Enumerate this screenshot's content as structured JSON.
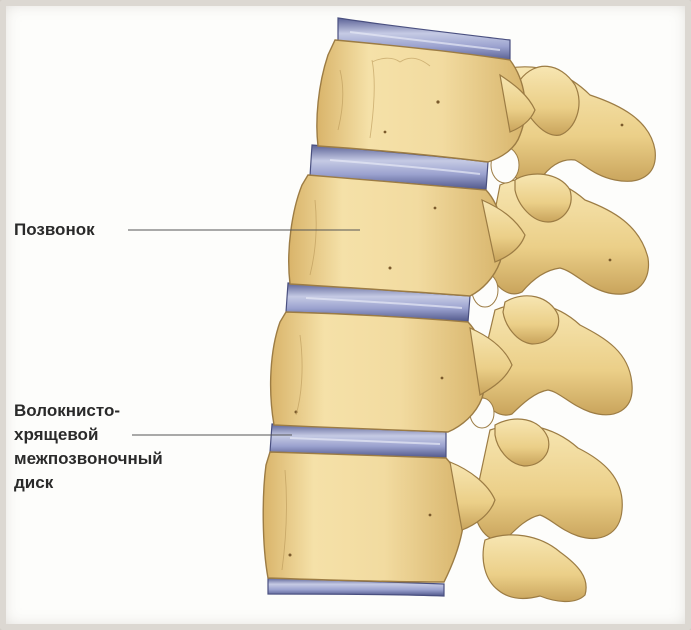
{
  "labels": {
    "vertebra": "Позвонок",
    "disc_line1": "Волокнисто-",
    "disc_line2": "хрящевой",
    "disc_line3": "межпозвоночный",
    "disc_line4": "диск"
  },
  "colors": {
    "bone_light": "#f6e4ad",
    "bone_mid": "#e9cd84",
    "bone_dark": "#c9a45c",
    "bone_outline": "#9c7c44",
    "disc_light": "#c5cae4",
    "disc_mid": "#8d94c4",
    "disc_dark": "#5b6296",
    "leader_line": "#555555",
    "text": "#2a2a2a"
  }
}
